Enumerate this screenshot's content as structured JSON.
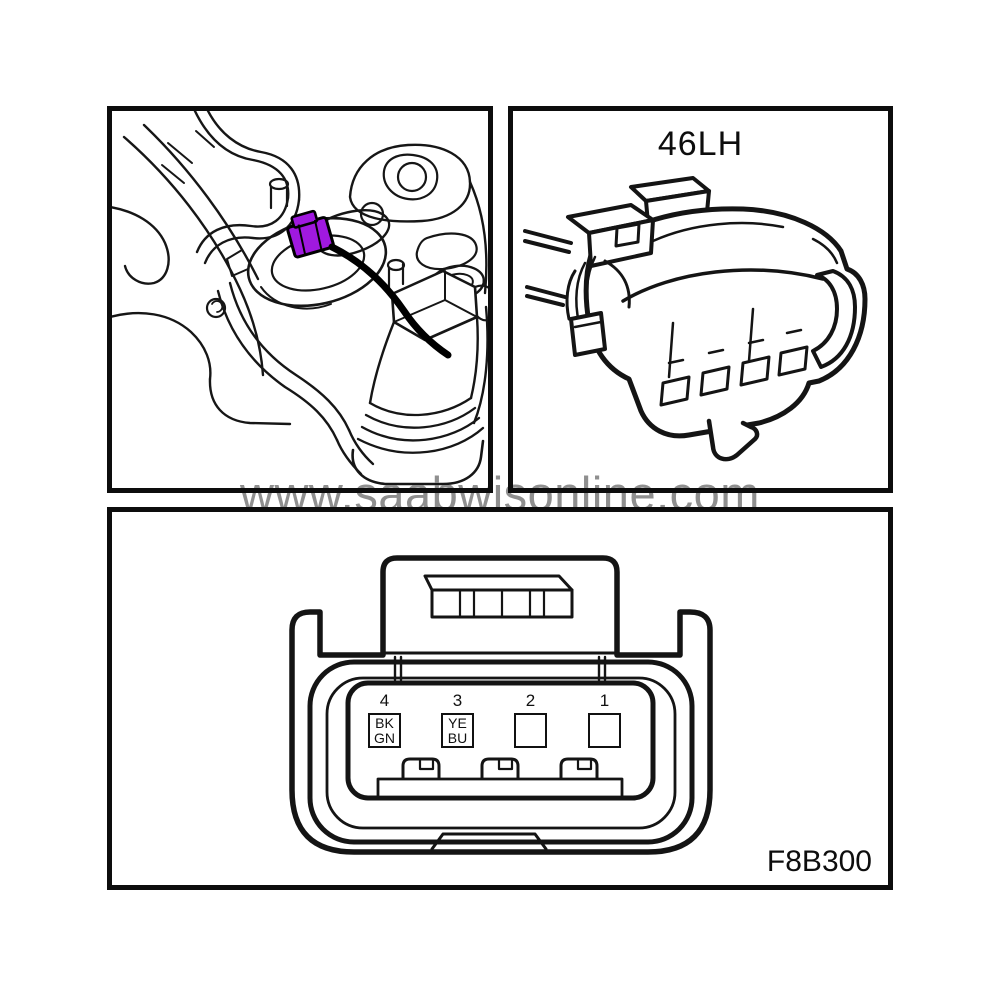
{
  "watermark": {
    "text": "www.saabwisonline.com"
  },
  "colors": {
    "highlight_purple": "#A019DF",
    "line_black": "#141414",
    "watermark_gray": "#8F8F8F"
  },
  "iso_panel": {
    "connector_label": "46LH"
  },
  "pinout_panel": {
    "figure_code": "F8B300",
    "pins": [
      {
        "number": "4",
        "wire_top": "BK",
        "wire_bottom": "GN"
      },
      {
        "number": "3",
        "wire_top": "YE",
        "wire_bottom": "BU"
      },
      {
        "number": "2",
        "wire_top": "",
        "wire_bottom": ""
      },
      {
        "number": "1",
        "wire_top": "",
        "wire_bottom": ""
      }
    ]
  }
}
